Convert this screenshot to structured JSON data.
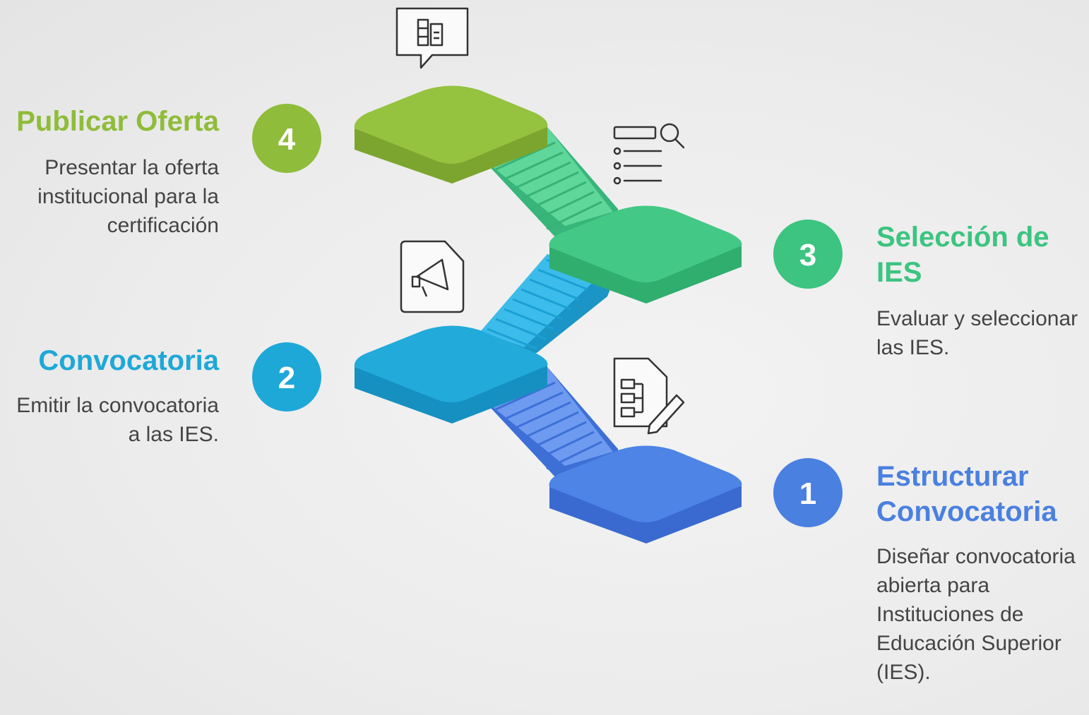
{
  "steps": [
    {
      "number": "1",
      "title": "Estructurar Convocatoria",
      "description": "Diseñar convocatoria abierta para Instituciones de Educación Superior (IES).",
      "color": "#4a80e0",
      "color_dark": "#3a6ad0",
      "icon": "document-edit-icon"
    },
    {
      "number": "2",
      "title": "Convocatoria",
      "description": "Emitir la convocatoria a las IES.",
      "color": "#1ea8d8",
      "color_dark": "#1590c0",
      "icon": "megaphone-document-icon"
    },
    {
      "number": "3",
      "title": "Selección de IES",
      "description": "Evaluar y seleccionar las IES.",
      "color": "#3cc480",
      "color_dark": "#2eaa6c",
      "icon": "search-list-icon"
    },
    {
      "number": "4",
      "title": "Publicar Oferta",
      "description": "Presentar la oferta institucional para la certificación",
      "color": "#8fbc3a",
      "color_dark": "#7ba52e",
      "icon": "book-speech-icon"
    }
  ]
}
